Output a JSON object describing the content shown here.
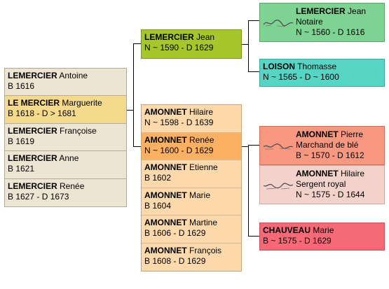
{
  "colors": {
    "gen1_bg": "#ede4d2",
    "gen1_highlight": "#f5d98c",
    "father_bg": "#a6c62c",
    "gen2_bg": "#fdd9ac",
    "gen2_highlight": "#fbb062",
    "grandfather_bg": "#7ed292",
    "grandmother_bg": "#56d4c4",
    "mat_grandfather_bg": "#f99880",
    "mat_ggrandfather_bg": "#f4d2cc",
    "mat_grandmother_bg": "#f66a78"
  },
  "siblings": [
    {
      "surname": "LEMERCIER",
      "given": "Antoine",
      "dates": "B 1616"
    },
    {
      "surname": "LE MERCIER",
      "given": "Marguerite",
      "dates": "B 1618 - D > 1681"
    },
    {
      "surname": "LEMERCIER",
      "given": "Françoise",
      "dates": "B 1619"
    },
    {
      "surname": "LEMERCIER",
      "given": "Anne",
      "dates": "B 1621"
    },
    {
      "surname": "LEMERCIER",
      "given": "Renée",
      "dates": "B 1627 - D 1673"
    }
  ],
  "father": {
    "surname": "LEMERCIER",
    "given": "Jean",
    "dates": "N ~ 1590 - D 1629"
  },
  "mother_siblings": [
    {
      "surname": "AMONNET",
      "given": "Hilaire",
      "dates": "N ~ 1598 - D 1639"
    },
    {
      "surname": "AMONNET",
      "given": "Renée",
      "dates": "N ~ 1600 - D 1629"
    },
    {
      "surname": "AMONNET",
      "given": "Etienne",
      "dates": "B 1602"
    },
    {
      "surname": "AMONNET",
      "given": "Marie",
      "dates": "B 1604"
    },
    {
      "surname": "AMONNET",
      "given": "Martine",
      "dates": "B 1606 - D 1629"
    },
    {
      "surname": "AMONNET",
      "given": "François",
      "dates": "B 1608 - D 1629"
    }
  ],
  "paternal_grandfather": {
    "surname": "LEMERCIER",
    "given": "Jean",
    "occupation": "Notaire",
    "dates": "N ~ 1560 - D 1616"
  },
  "paternal_grandmother": {
    "surname": "LOISON",
    "given": "Thomasse",
    "dates": "N ~ 1565 - D ~ 1600"
  },
  "maternal_grandfather": {
    "surname": "AMONNET",
    "given": "Pierre",
    "occupation": "Marchand de blé",
    "dates": "B ~ 1570 - D 1612"
  },
  "maternal_other": {
    "surname": "AMONNET",
    "given": "Hilaire",
    "occupation": "Sergent royal",
    "dates": "N ~ 1575 - D 1644"
  },
  "maternal_grandmother": {
    "surname": "CHAUVEAU",
    "given": "Marie",
    "dates": "B ~ 1575 - D 1629"
  }
}
